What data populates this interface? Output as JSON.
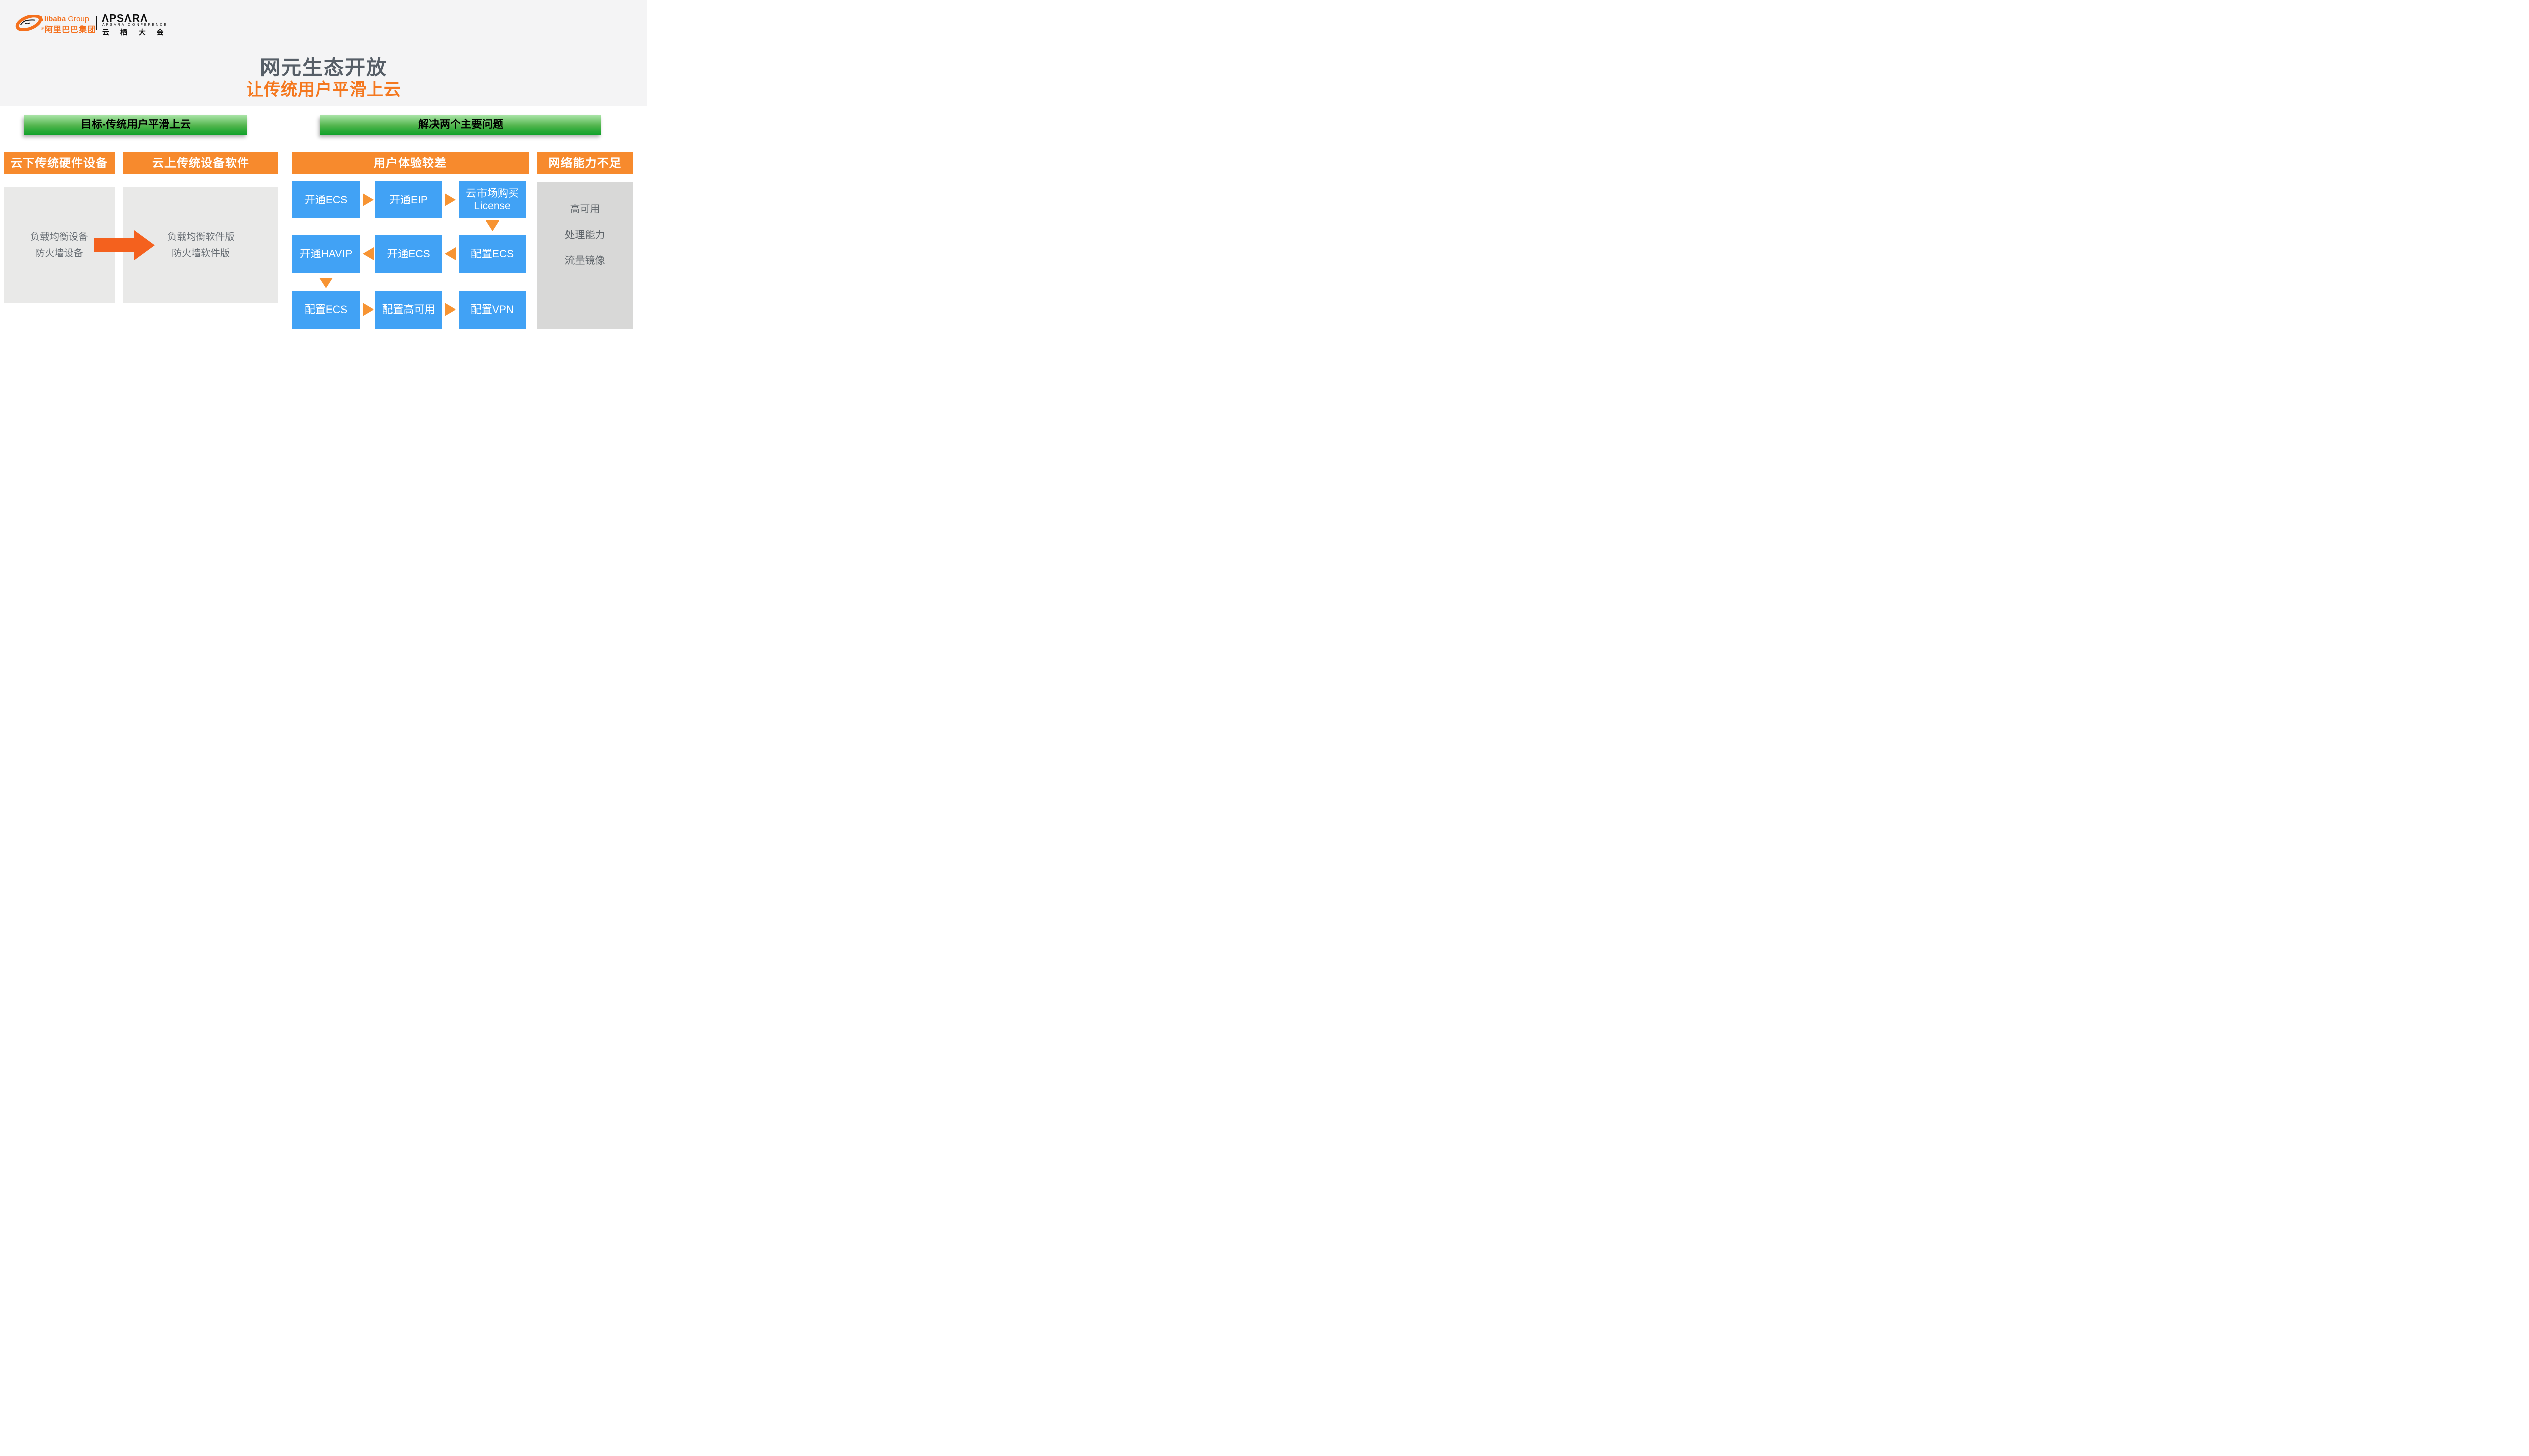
{
  "logo": {
    "alibaba_name_bold": "Alibaba",
    "alibaba_name_light": " Group",
    "alibaba_cn": "阿里巴巴集团",
    "registered": "®",
    "apsara_wordmark": "ΛPSΛRΛ",
    "apsara_sub": "APSARA CONFERENCE",
    "apsara_cn": "云 栖 大 会"
  },
  "header": {
    "title": "网元生态开放",
    "subtitle": "让传统用户平滑上云"
  },
  "banners": {
    "left": "目标-传统用户平滑上云",
    "right": "解决两个主要问题"
  },
  "left_section": {
    "col1": {
      "header": "云下传统硬件设备",
      "body": "负载均衡设备\n防火墙设备"
    },
    "col2": {
      "header": "云上传统设备软件",
      "body": "负载均衡软件版\n防火墙软件版"
    }
  },
  "right_section": {
    "flow_header": "用户体验较差",
    "rows": [
      {
        "direction": "right",
        "boxes": [
          "开通ECS",
          "开通EIP",
          "云市场购买\nLicense"
        ]
      },
      {
        "direction": "left",
        "boxes": [
          "开通HAVIP",
          "开通ECS",
          "配置ECS"
        ]
      },
      {
        "direction": "right",
        "boxes": [
          "配置ECS",
          "配置高可用",
          "配置VPN"
        ]
      }
    ],
    "side_header": "网络能力不足",
    "side_body": "高可用\n处理能力\n流量镜像"
  },
  "colors": {
    "top_band": "#f4f4f5",
    "title_gray": "#565e67",
    "subtitle_orange": "#f4781f",
    "banner_green_top": "#a9e3a6",
    "banner_green_bottom": "#10a22a",
    "header_orange": "#f78a2d",
    "flow_blue": "#41a2f5",
    "flow_arrow_orange": "#f79433",
    "big_arrow_orange": "#f4611e",
    "panel_gray_light": "#e9e9e8",
    "panel_gray_dark": "#d8d8d7",
    "alibaba_orange": "#f4701d"
  }
}
